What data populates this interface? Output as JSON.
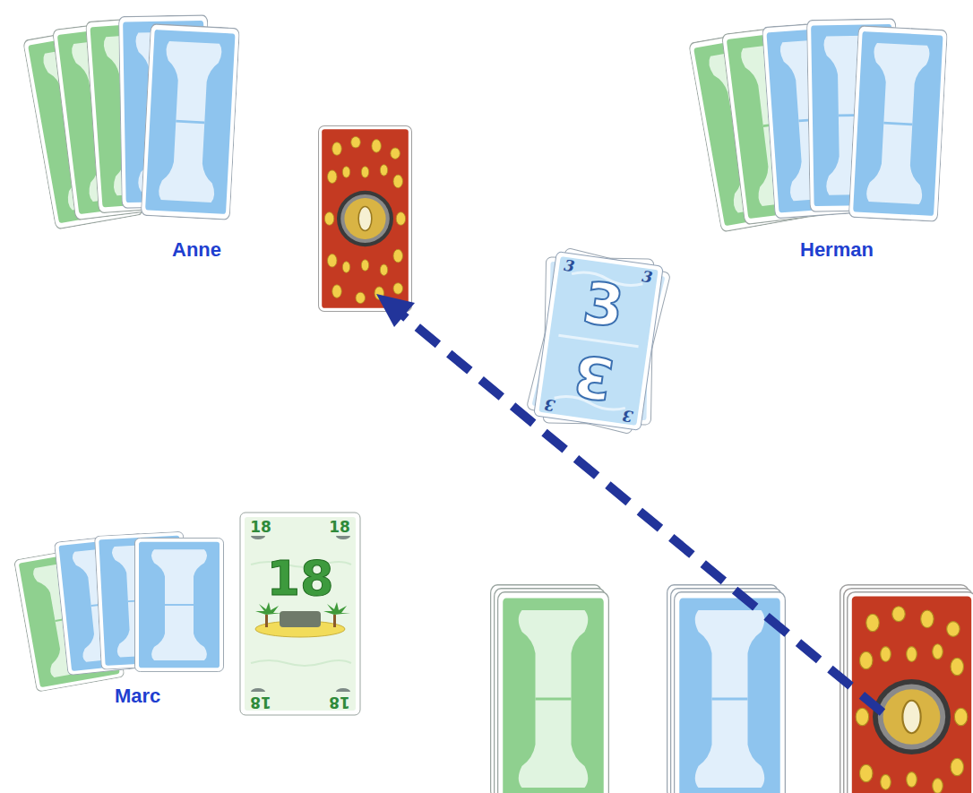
{
  "diagram": {
    "nodes": [
      {
        "text": [
          "3",
          "3",
          "3",
          "3",
          "3",
          "3"
        ]
      },
      {
        "text": [
          "18",
          "18",
          "18",
          "18",
          "18"
        ]
      }
    ],
    "labels": [
      "Anne",
      "Herman",
      "Marc"
    ]
  }
}
